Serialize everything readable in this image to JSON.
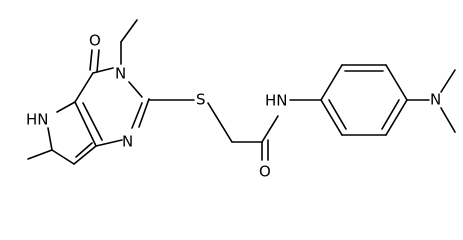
{
  "structure": {
    "atoms": {
      "oxygen_ketone": "O",
      "nitrogen_ethyl": "N",
      "nitrogen_pyrrole": "HN",
      "nitrogen_ring": "N",
      "sulfur": "S",
      "nitrogen_amide": "HN",
      "oxygen_amide": "O",
      "nitrogen_dimethylamino": "N"
    }
  }
}
